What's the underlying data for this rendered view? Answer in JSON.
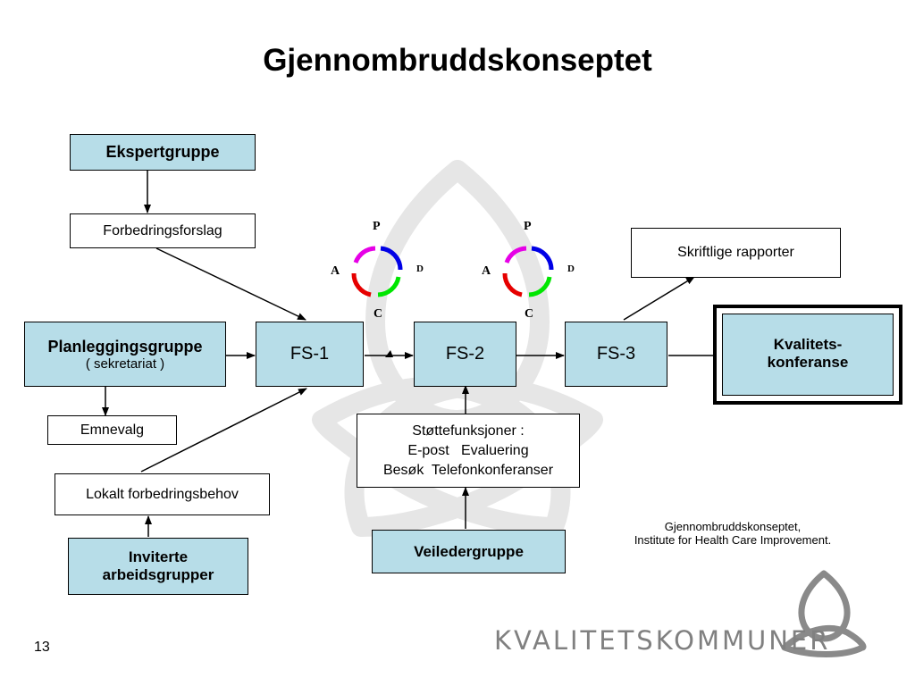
{
  "title": "Gjennombruddskonseptet",
  "boxes": {
    "ekspertgruppe": "Ekspertgruppe",
    "forbedringsforslag": "Forbedringsforslag",
    "planlegging_title": "Planleggingsgruppe",
    "planlegging_sub": "( sekretariat )",
    "emnevalg": "Emnevalg",
    "lokalt": "Lokalt forbedringsbehov",
    "inviterte_line1": "Inviterte",
    "inviterte_line2": "arbeidsgrupper",
    "fs1": "FS-1",
    "fs2": "FS-2",
    "fs3": "FS-3",
    "stotte_line1": "Støttefunksjoner :",
    "stotte_line2": "E-post   Evaluering",
    "stotte_line3": "Besøk  Telefonkonferanser",
    "veiledergruppe": "Veiledergruppe",
    "skriftlige": "Skriftlige rapporter",
    "kvalitets_line1": "Kvalitets-",
    "kvalitets_line2": "konferanse"
  },
  "pdca": {
    "p": "P",
    "d": "D",
    "c": "C",
    "a": "A"
  },
  "pdca_colors": {
    "p": "#e600e6",
    "d": "#0000e6",
    "c": "#00e600",
    "a": "#e60000"
  },
  "credit_line1": "Gjennombruddskonseptet,",
  "credit_line2": "Institute for Health Care Improvement.",
  "page_number": "13",
  "brand": "KVALITETSKOMMUNER",
  "icons": [
    "kvalitetskommuner-logo-icon",
    "watermark-icon"
  ]
}
